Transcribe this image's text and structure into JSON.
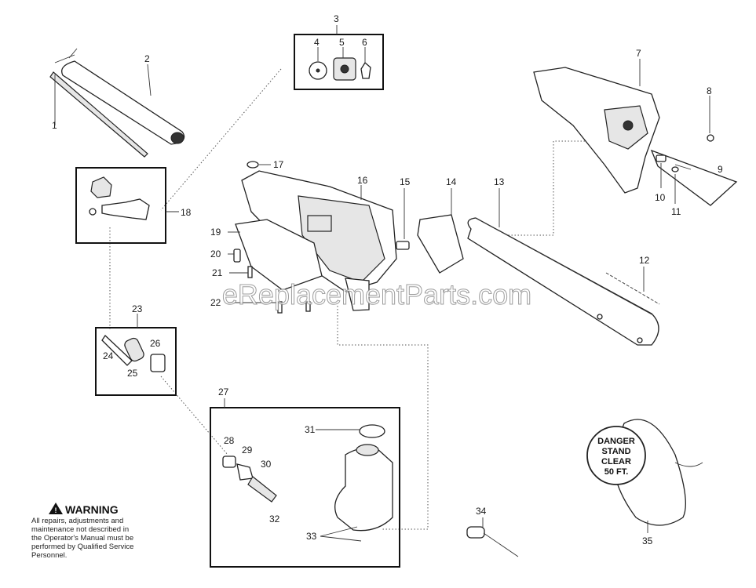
{
  "callouts": {
    "c1": "1",
    "c2": "2",
    "c3": "3",
    "c4": "4",
    "c5": "5",
    "c6": "6",
    "c7": "7",
    "c8": "8",
    "c9": "9",
    "c10": "10",
    "c11": "11",
    "c12": "12",
    "c13": "13",
    "c14": "14",
    "c15": "15",
    "c16": "16",
    "c17": "17",
    "c18": "18",
    "c19": "19",
    "c20": "20",
    "c21": "21",
    "c22": "22",
    "c23": "23",
    "c24": "24",
    "c25": "25",
    "c26": "26",
    "c27": "27",
    "c28": "28",
    "c29": "29",
    "c30": "30",
    "c31": "31",
    "c32": "32",
    "c33": "33",
    "c34": "34",
    "c35": "35"
  },
  "warning": {
    "title": "WARNING",
    "lines": [
      "All repairs, adjustments and",
      "maintenance not described in",
      "the Operator's Manual must be",
      "performed by Qualified Service",
      "Personnel."
    ]
  },
  "danger_sign": {
    "lines": [
      "DANGER",
      "STAND",
      "CLEAR",
      "50 FT."
    ]
  },
  "watermark": "eReplacementParts.com"
}
